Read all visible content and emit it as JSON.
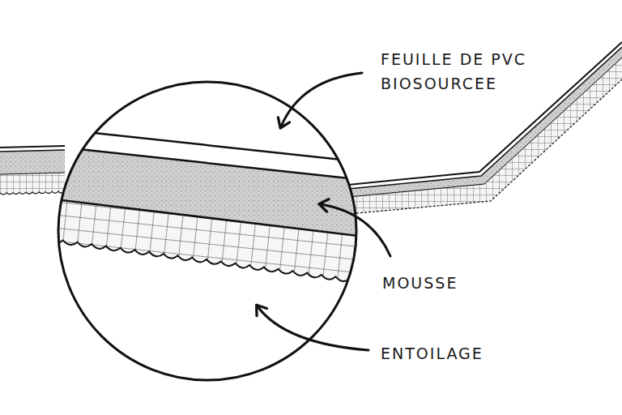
{
  "diagram": {
    "labels": [
      "FEUILLE DE PVC BIOSOURCEE",
      "MOUSSE",
      "ENTOILAGE"
    ]
  }
}
